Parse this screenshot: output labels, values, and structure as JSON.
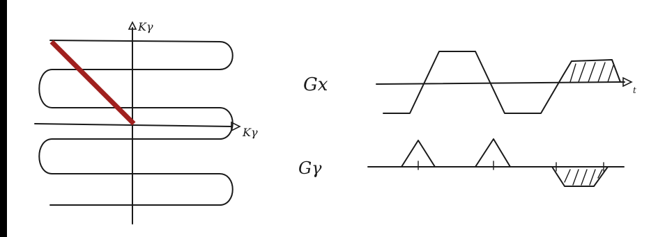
{
  "kspace": {
    "ky_axis_label": "Kγ",
    "kx_axis_label": "Kγ",
    "trajectory_color": "#a0201e",
    "ink_color": "#1a1a1a"
  },
  "gradients": {
    "gx_label": "Gx",
    "gy_label": "Gγ",
    "time_label": "t"
  }
}
